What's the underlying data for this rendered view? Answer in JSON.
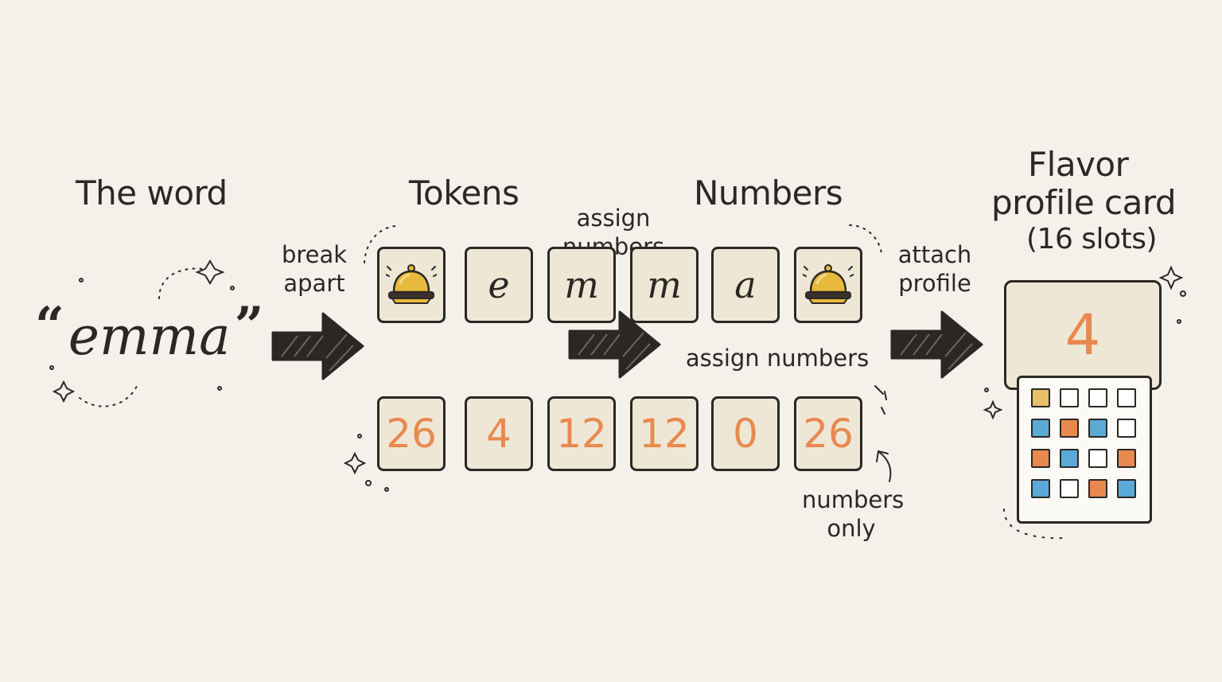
{
  "headings": {
    "word": "The word",
    "tokens": "Tokens",
    "numbers": "Numbers",
    "card_line1": "Flavor",
    "card_line2": "profile card",
    "card_line3": "(16 slots)"
  },
  "word": {
    "open_quote": "“",
    "text": "emma",
    "close_quote": "”"
  },
  "labels": {
    "break_1": "break",
    "break_2": "apart",
    "assign_top_1": "assign",
    "assign_top_2": "numbers",
    "assign_bottom": "assign numbers",
    "attach_1": "attach",
    "attach_2": "profile",
    "numbers_only_1": "numbers",
    "numbers_only_2": "only"
  },
  "tokens": [
    {
      "kind": "bell",
      "text": ""
    },
    {
      "kind": "letter",
      "text": "e"
    },
    {
      "kind": "letter",
      "text": "m"
    },
    {
      "kind": "letter",
      "text": "m"
    },
    {
      "kind": "letter",
      "text": "a"
    },
    {
      "kind": "bell",
      "text": ""
    }
  ],
  "numbers": [
    "26",
    "4",
    "12",
    "12",
    "0",
    "26"
  ],
  "card": {
    "value": "4",
    "grid": [
      [
        "#e8c06a",
        "#ffffff",
        "#ffffff",
        "#ffffff"
      ],
      [
        "#5aa9d6",
        "#e8894f",
        "#5aa9d6",
        "#ffffff"
      ],
      [
        "#e8894f",
        "#5aa9d6",
        "#ffffff",
        "#e8894f"
      ],
      [
        "#5aa9d6",
        "#ffffff",
        "#e8894f",
        "#5aa9d6"
      ]
    ]
  },
  "colors": {
    "background": "#f4f1ea",
    "ink": "#2b2824",
    "accent_orange": "#e8894f",
    "accent_blue": "#5aa9d6",
    "accent_gold": "#e8c06a",
    "tile_fill": "#efe7d6"
  },
  "icons": [
    "bell-icon",
    "arrow-right-icon",
    "sparkle-icon"
  ]
}
